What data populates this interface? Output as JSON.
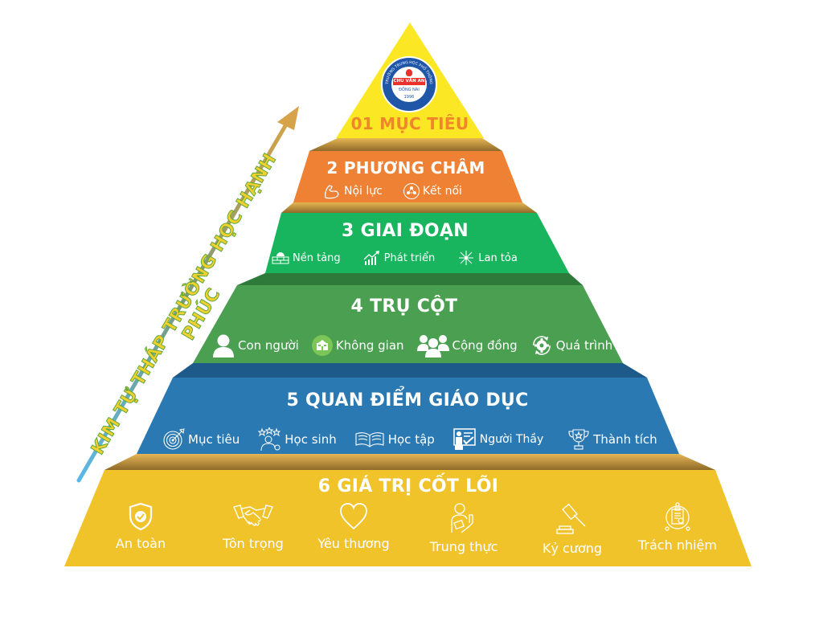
{
  "side_label": "KIM TỰ THÁP TRƯỜNG HỌC HẠNH PHÚC",
  "colors": {
    "tier1": "#fbe723",
    "tier1_text": "#f0852c",
    "tier2": "#ee8133",
    "tier3": "#19b55e",
    "tier4": "#4a9f51",
    "tier5": "#2a79b3",
    "tier6": "#f0c32b",
    "arrow_text": "#f1d02f",
    "arrow_outline": "#6bb33c"
  },
  "logo": {
    "ring_text": "TRƯỜNG TRUNG HỌC PHỔ THÔNG",
    "banner_text": "CHU VĂN AN",
    "location": "ĐỒNG NAI",
    "year": "1996"
  },
  "tiers": [
    {
      "title": "01 MỤC TIÊU",
      "items": []
    },
    {
      "title": "2 PHƯƠNG CHÂM",
      "items": [
        {
          "icon": "muscle-arm-icon",
          "label": "Nội lực"
        },
        {
          "icon": "network-connect-icon",
          "label": "Kết nối"
        }
      ]
    },
    {
      "title": "3 GIAI ĐOẠN",
      "items": [
        {
          "icon": "foundation-wall-icon",
          "label": "Nền tảng"
        },
        {
          "icon": "growth-chart-icon",
          "label": "Phát triển"
        },
        {
          "icon": "spread-burst-icon",
          "label": "Lan tỏa"
        }
      ]
    },
    {
      "title": "4 TRỤ CỘT",
      "items": [
        {
          "icon": "person-icon",
          "label": "Con người"
        },
        {
          "icon": "school-building-icon",
          "label": "Không gian"
        },
        {
          "icon": "community-group-icon",
          "label": "Cộng đồng"
        },
        {
          "icon": "process-gear-icon",
          "label": "Quá trình"
        }
      ]
    },
    {
      "title": "5 QUAN ĐIỂM GIÁO DỤC",
      "items": [
        {
          "icon": "target-icon",
          "label": "Mục tiêu"
        },
        {
          "icon": "student-icon",
          "label": "Học sinh"
        },
        {
          "icon": "open-book-icon",
          "label": "Học tập"
        },
        {
          "icon": "teacher-board-icon",
          "label": "Người Thầy"
        },
        {
          "icon": "trophy-icon",
          "label": "Thành tích"
        }
      ]
    },
    {
      "title": "6 GIÁ TRỊ CỐT LÕI",
      "items": [
        {
          "icon": "shield-check-icon",
          "label": "An toàn"
        },
        {
          "icon": "handshake-icon",
          "label": "Tôn trọng"
        },
        {
          "icon": "heart-icon",
          "label": "Yêu thương"
        },
        {
          "icon": "honest-person-icon",
          "label": "Trung thực"
        },
        {
          "icon": "gavel-icon",
          "label": "Kỷ cương"
        },
        {
          "icon": "clipboard-responsibility-icon",
          "label": "Trách nhiệm"
        }
      ]
    }
  ]
}
